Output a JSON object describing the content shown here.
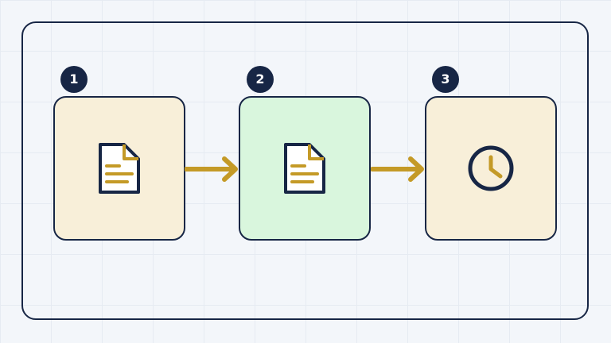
{
  "diagram": {
    "steps": [
      {
        "number": "1",
        "icon": "document-icon",
        "fill": "#f8efd9"
      },
      {
        "number": "2",
        "icon": "document-icon",
        "fill": "#d9f6dd"
      },
      {
        "number": "3",
        "icon": "clock-icon",
        "fill": "#f8efd9"
      }
    ],
    "connectors": [
      {
        "from": "1",
        "to": "2"
      },
      {
        "from": "2",
        "to": "3"
      }
    ]
  },
  "colors": {
    "outline": "#172645",
    "accent": "#c49a27",
    "background": "#f3f6fa",
    "grid": "#e6ebf2"
  }
}
